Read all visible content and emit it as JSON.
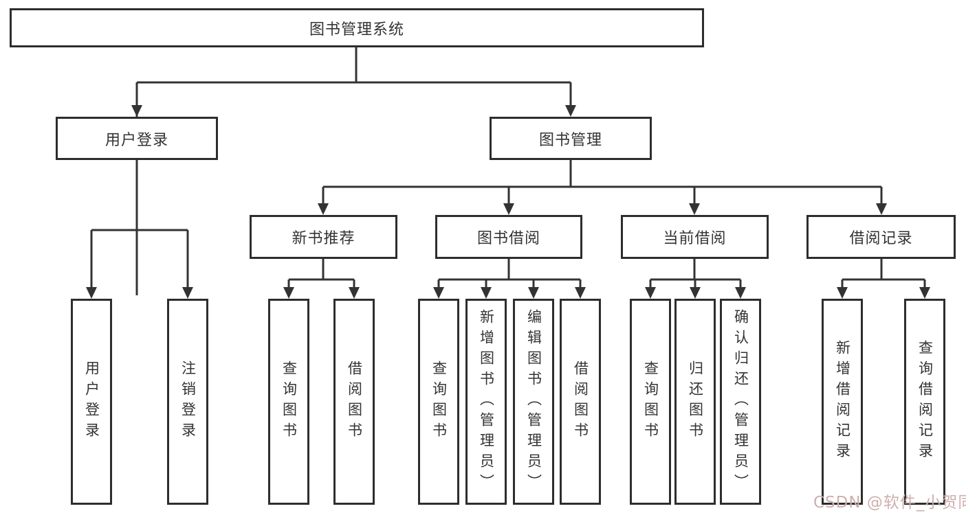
{
  "diagram": {
    "line_color": "#333333",
    "box_border_color": "#2d2d2d",
    "nodes": {
      "root": {
        "label": "图书管理系统"
      },
      "user_login": {
        "label": "用户登录"
      },
      "book_mgmt": {
        "label": "图书管理"
      },
      "new_book": {
        "label": "新书推荐"
      },
      "book_borrow": {
        "label": "图书借阅"
      },
      "current_borrow": {
        "label": "当前借阅"
      },
      "borrow_record": {
        "label": "借阅记录"
      },
      "user_login_children": [
        "用户登录",
        "注销登录"
      ],
      "new_book_children": [
        "查询图书",
        "借阅图书"
      ],
      "book_borrow_children": [
        "查询图书",
        "新增图书（管理员）",
        "编辑图书（管理员）",
        "借阅图书"
      ],
      "current_borrow_children": [
        "查询图书",
        "归还图书",
        "确认归还（管理员）"
      ],
      "borrow_record_children": [
        "新增借阅记录",
        "查询借阅记录"
      ]
    }
  },
  "watermark": {
    "text": "CSDN @软件_小贺同学",
    "color": "#cfaeae"
  }
}
